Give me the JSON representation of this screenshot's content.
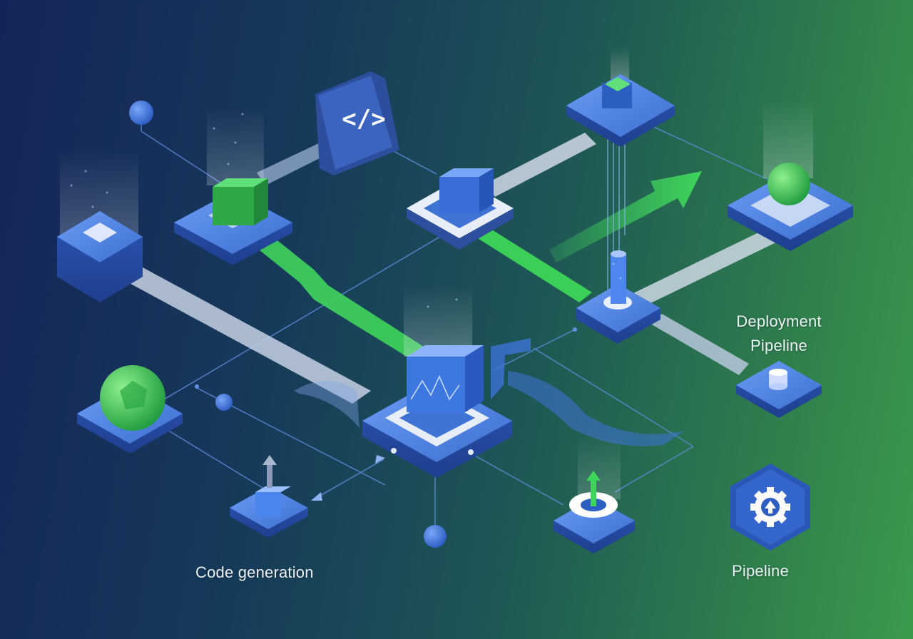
{
  "labels": {
    "code_generation": "Code generation",
    "deployment_line1": "Deployment",
    "deployment_line2": "Pipeline",
    "pipeline": "Pipeline"
  },
  "icons": {
    "code_tag": "code-brackets-icon",
    "gear_upload": "gear-upload-icon"
  },
  "colors": {
    "accent_green": "#3fd45c",
    "tile_blue": "#3f74d6",
    "tile_top": "#5a8ff0",
    "background_left": "#152458",
    "background_right": "#3a9b4c"
  }
}
